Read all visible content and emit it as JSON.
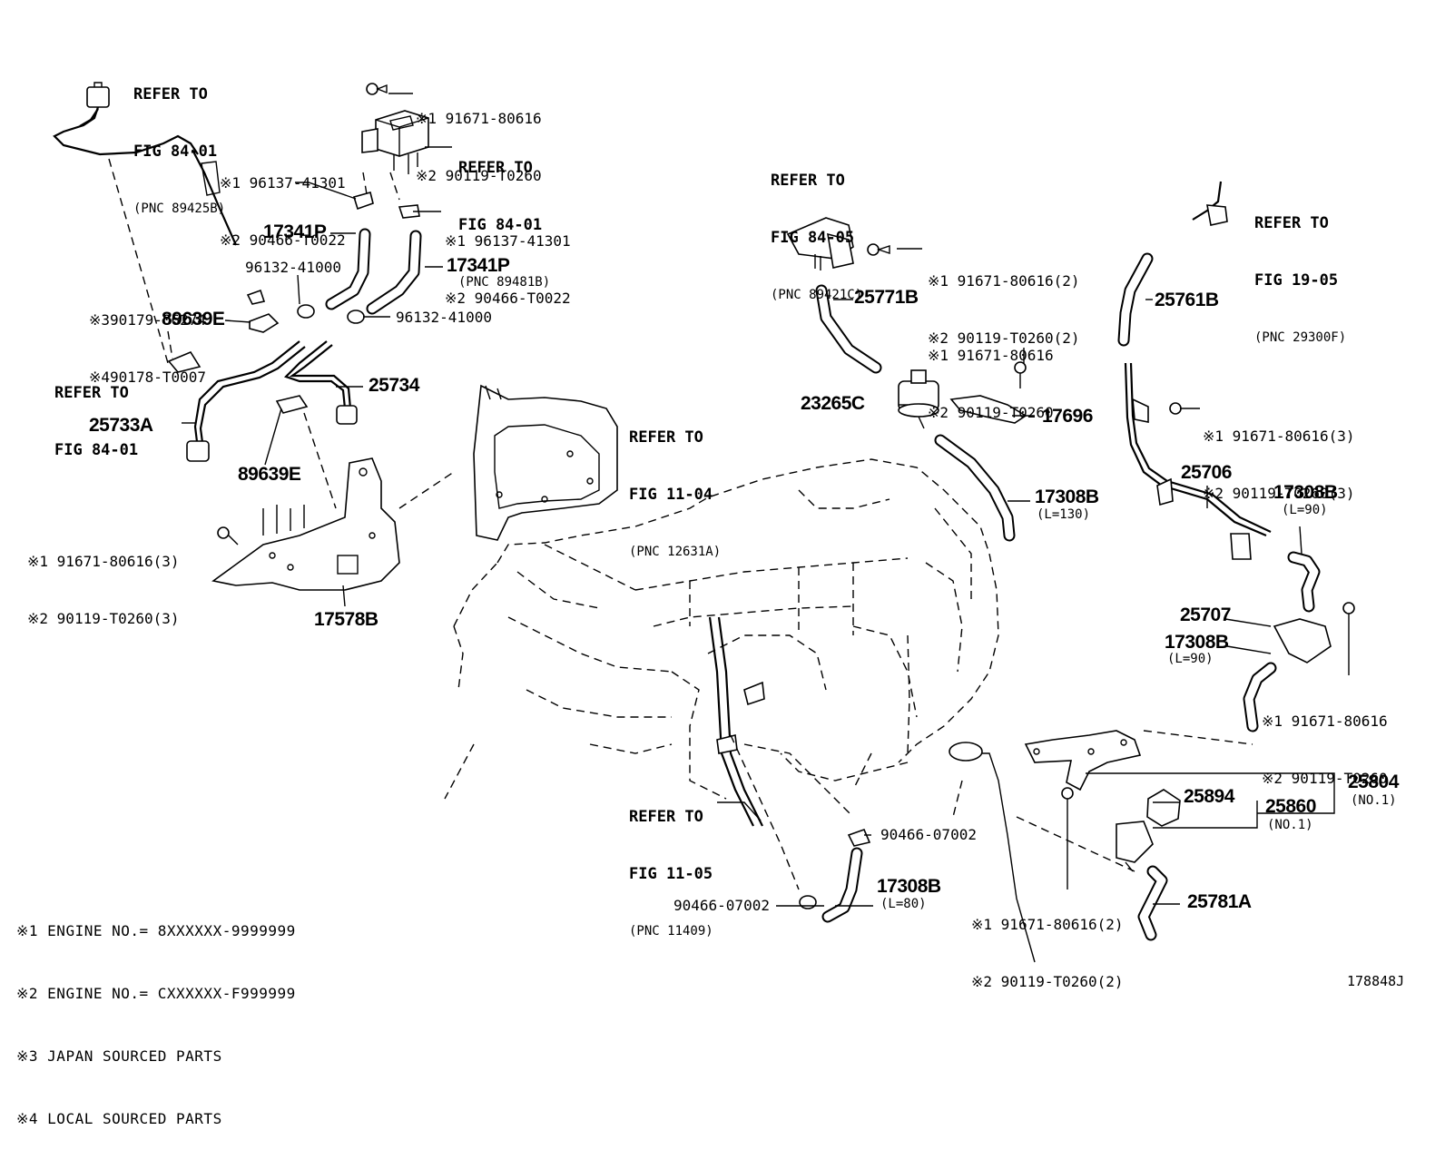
{
  "figure_id": "178848J",
  "notes": [
    "※1 ENGINE NO.= 8XXXXXX-9999999",
    "※2 ENGINE NO.= CXXXXXX-F999999",
    "※3 JAPAN SOURCED PARTS",
    "※4 LOCAL SOURCED PARTS"
  ],
  "refs": {
    "r1": [
      "REFER TO",
      "FIG 84-01",
      "(PNC 89425B)"
    ],
    "r2": [
      "REFER TO",
      "FIG 84-01",
      "(PNC 89481B)"
    ],
    "r3": [
      "REFER TO",
      "FIG 84-01"
    ],
    "r4": [
      "REFER TO",
      "FIG 11-04",
      "(PNC 12631A)"
    ],
    "r5": [
      "REFER TO",
      "FIG 84-05",
      "(PNC 89421C)"
    ],
    "r6": [
      "REFER TO",
      "FIG 19-05",
      "(PNC 29300F)"
    ],
    "r7": [
      "REFER TO",
      "FIG 11-05",
      "(PNC 11409)"
    ]
  },
  "alt_parts": {
    "a1": [
      "※1 91671-80616",
      "※2 90119-T0260"
    ],
    "a2": [
      "※1 96137-41301",
      "※2 90466-T0022"
    ],
    "a3": [
      "※1 96137-41301",
      "※2 90466-T0022"
    ],
    "a4": [
      "※390179-06274",
      "※490178-T0007"
    ],
    "a5": [
      "※1 91671-80616(3)",
      "※2 90119-T0260(3)"
    ],
    "a6": [
      "※1 91671-80616(2)",
      "※2 90119-T0260(2)"
    ],
    "a7": [
      "※1 91671-80616",
      "※2 90119-T0260"
    ],
    "a8": [
      "※1 91671-80616(3)",
      "※2 90119-T0260(3)"
    ],
    "a9": [
      "※1 91671-80616",
      "※2 90119-T0260"
    ],
    "a10": [
      "※1 91671-80616(2)",
      "※2 90119-T0260(2)"
    ]
  },
  "parts": {
    "p17341p_a": "17341P",
    "p17341p_b": "17341P",
    "p96132_a": "96132-41000",
    "p96132_b": "96132-41000",
    "p89639e_a": "89639E",
    "p89639e_b": "89639E",
    "p25734": "25734",
    "p25733a": "25733A",
    "p17578b": "17578B",
    "p25771b": "25771B",
    "p23265c": "23265C",
    "p17696": "17696",
    "p17308b_a": "17308B",
    "p17308b_b": "17308B",
    "p17308b_c": "17308B",
    "p17308b_d": "17308B",
    "p25761b": "25761B",
    "p25706": "25706",
    "p25707": "25707",
    "p25804": "25804",
    "p25894": "25894",
    "p25860": "25860",
    "p25781a": "25781A",
    "p90466_a": "90466-07002",
    "p90466_b": "90466-07002"
  },
  "sub": {
    "l130": "(L=130)",
    "l90a": "(L=90)",
    "l90b": "(L=90)",
    "l80": "(L=80)",
    "no1a": "(NO.1)",
    "no1b": "(NO.1)"
  }
}
